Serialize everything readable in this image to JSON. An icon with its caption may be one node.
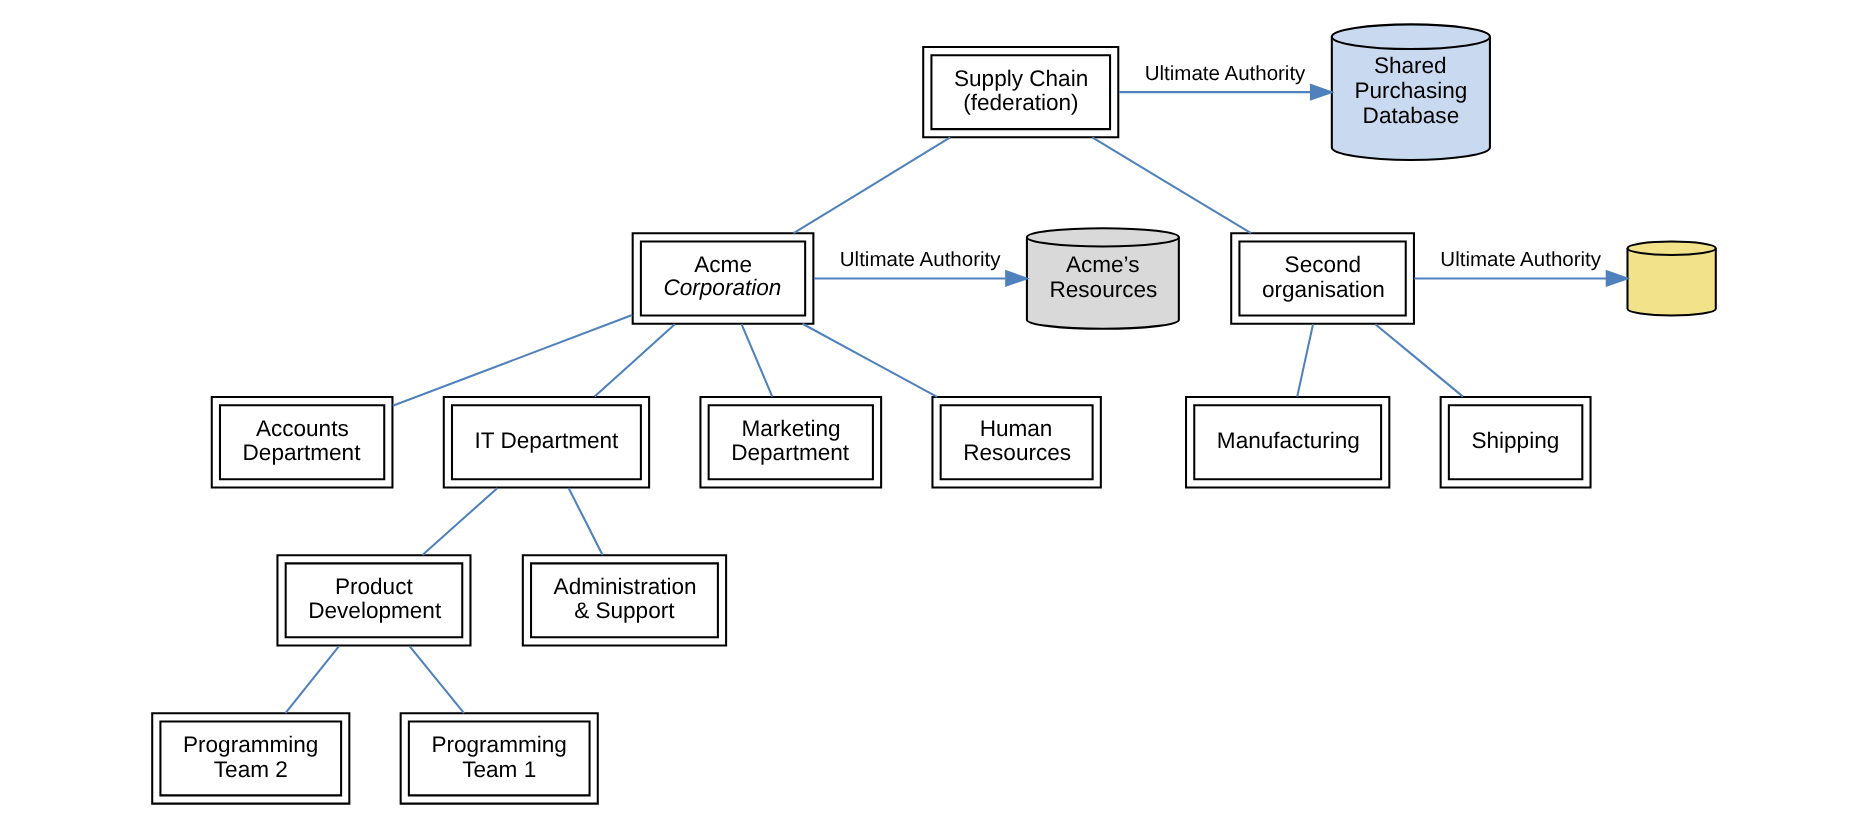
{
  "diagram": {
    "nodes": [
      {
        "text": [
          "Supply Chain (federation)"
        ]
      },
      {
        "text": [
          "Shared Purchasing Database"
        ]
      },
      {
        "text": [
          "Acme’s Resources"
        ]
      },
      {
        "text": [
          "Acme *Corporation*"
        ]
      },
      {
        "text": [
          "Second organisation"
        ]
      },
      {
        "text": [],
        "shape": "cylinder"
      },
      {
        "text": [
          "Accounts Department"
        ]
      },
      {
        "text": [
          "IT Department"
        ]
      },
      {
        "text": [
          "Marketing Department"
        ]
      },
      {
        "text": [
          "Human Resources"
        ]
      },
      {
        "text": [
          "Manufacturing"
        ]
      },
      {
        "text": [
          "Shipping"
        ]
      },
      {
        "text": [
          "Product Development"
        ]
      },
      {
        "text": [
          "Administration & Support"
        ]
      },
      {
        "text": [
          "Programming Team 2"
        ]
      },
      {
        "text": [
          "Programming Team 1"
        ]
      }
    ],
    "edges": [
      {
        "from": 0,
        "to": 1,
        "arrow": "to",
        "label": "Ultimate Authority"
      },
      {
        "from": 0,
        "to": 3,
        "arrow": "none"
      },
      {
        "from": 0,
        "to": 4,
        "arrow": "none"
      },
      {
        "from": 3,
        "to": 2,
        "arrow": "to",
        "label": "Ultimate Authority"
      },
      {
        "from": 4,
        "to": 5,
        "arrow": "to",
        "label": "Ultimate Authority"
      },
      {
        "from": 3,
        "to": 6,
        "arrow": "none"
      },
      {
        "from": 3,
        "to": 7,
        "arrow": "none"
      },
      {
        "from": 3,
        "to": 8,
        "arrow": "none"
      },
      {
        "from": 3,
        "to": 9,
        "arrow": "none"
      },
      {
        "from": 4,
        "to": 10,
        "arrow": "none"
      },
      {
        "from": 4,
        "to": 11,
        "arrow": "none"
      },
      {
        "from": 7,
        "to": 12,
        "arrow": "none"
      },
      {
        "from": 7,
        "to": 13,
        "arrow": "none"
      },
      {
        "from": 12,
        "to": 14,
        "arrow": "none"
      },
      {
        "from": 12,
        "to": 15,
        "arrow": "none"
      }
    ]
  }
}
